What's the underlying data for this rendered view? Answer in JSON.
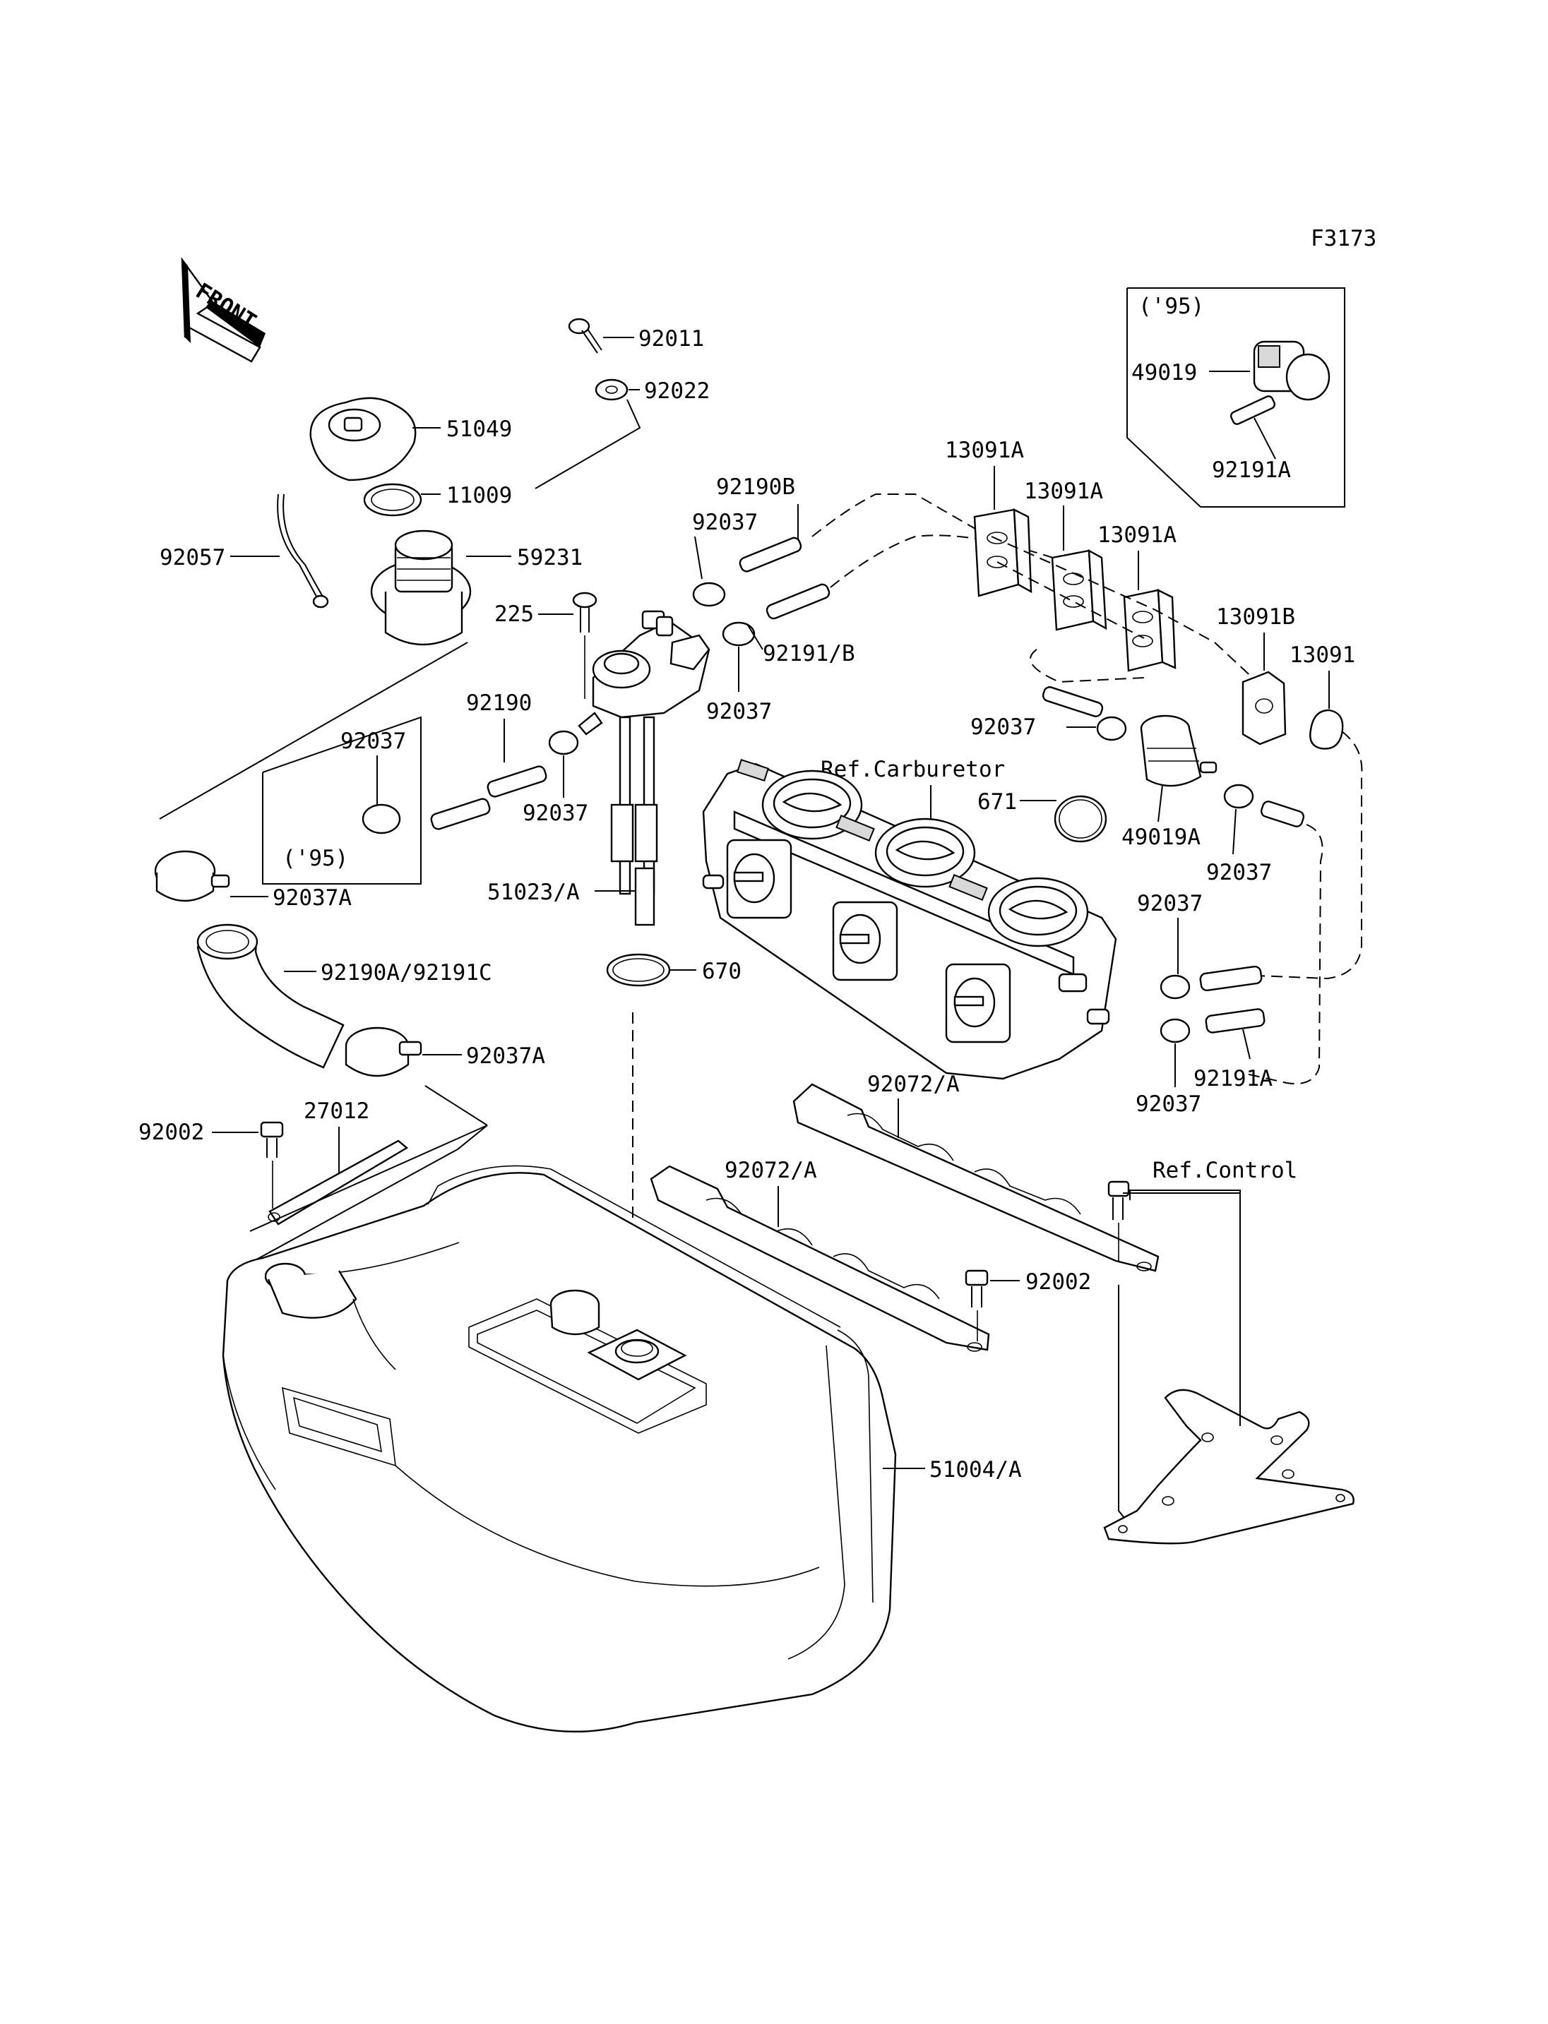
{
  "figure_code": "F3173",
  "front_label": "FRONT",
  "inset_95_right": {
    "year": "('95)",
    "part_a": "49019",
    "part_b": "92191A"
  },
  "inset_95_left": {
    "year": "('95)",
    "part": "92037"
  },
  "ref_carburetor": "Ref.Carburetor",
  "ref_control": "Ref.Control",
  "callouts": {
    "p92011": "92011",
    "p92022": "92022",
    "p51049": "51049",
    "p11009": "11009",
    "p92057": "92057",
    "p59231": "59231",
    "p225": "225",
    "p92190B": "92190B",
    "p92037_a": "92037",
    "p92191B": "92191/B",
    "p92037_b": "92037",
    "p13091A_1": "13091A",
    "p13091A_2": "13091A",
    "p13091A_3": "13091A",
    "p13091B": "13091B",
    "p13091": "13091",
    "p92190": "92190",
    "p92037_c": "92037",
    "p92037_d": "92037",
    "p671": "671",
    "p49019A": "49019A",
    "p92037_e": "92037",
    "p92037A_1": "92037A",
    "p51023A": "51023/A",
    "p670": "670",
    "p92190A": "92190A/92191C",
    "p92037_f": "92037",
    "p92037A_2": "92037A",
    "p92191A": "92191A",
    "p92037_g": "92037",
    "p92072A_1": "92072/A",
    "p92002_1": "92002",
    "p27012": "27012",
    "p92072A_2": "92072/A",
    "p92002_2": "92002",
    "p51004A": "51004/A"
  }
}
